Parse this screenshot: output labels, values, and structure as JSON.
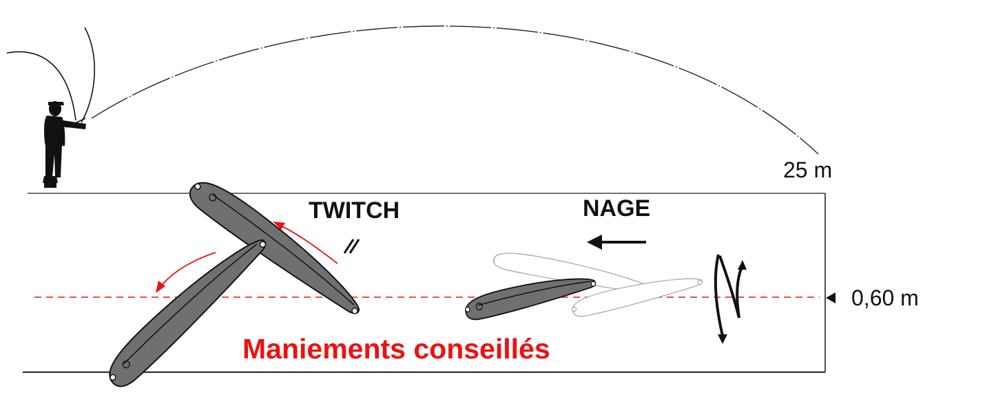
{
  "labels": {
    "distance": "25 m",
    "depth": "0,60 m",
    "twitch": "TWITCH",
    "nage": "NAGE",
    "footer": "Maniements conseillés"
  },
  "colors": {
    "accent": "#ee1111",
    "lure_fill": "#707070",
    "lure_ghost_fill": "#ffffff",
    "ink": "#111111"
  },
  "icons": {
    "angler": "angler-silhouette-icon",
    "twitch_symbol": "double-slash-icon",
    "direction_arrow": "arrow-left-icon",
    "zigzag": "zigzag-arrow-icon"
  }
}
